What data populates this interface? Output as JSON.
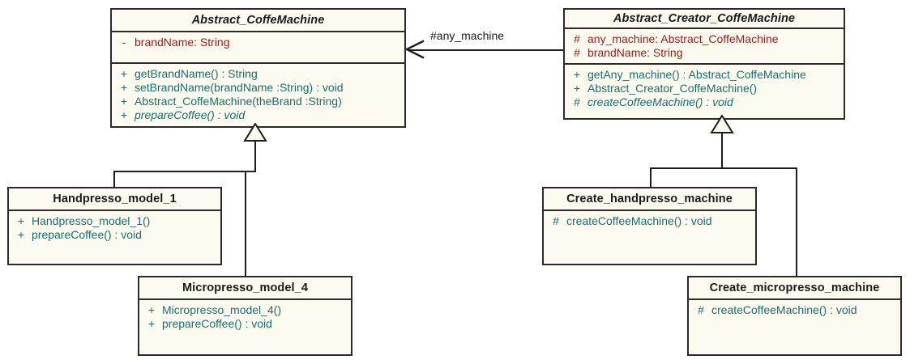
{
  "diagram": {
    "title": "Abstract Factory coffee machine UML class diagram",
    "colors": {
      "box_fill": "#FDFAEF",
      "border": "#2b2b2b",
      "attribute_text": "#9B1B1B",
      "method_text": "#17706E",
      "title_text": "#1a1a1a",
      "edge": "#1d1d1d",
      "background": "#ffffff"
    },
    "association": {
      "label": "#any_machine",
      "arrow_icon": "open-arrow-left-icon",
      "from": "Abstract_Creator_CoffeMachine",
      "to": "Abstract_CoffeMachine"
    },
    "classes": [
      {
        "id": "abstract-coffemachine",
        "name": "Abstract_CoffeMachine",
        "abstract": true,
        "attributes": [
          {
            "vis": "-",
            "text": "brandName:  String"
          }
        ],
        "methods": [
          {
            "vis": "+",
            "text": "getBrandName() : String",
            "abstract": false
          },
          {
            "vis": "+",
            "text": "setBrandName(brandName :String) : void",
            "abstract": false
          },
          {
            "vis": "+",
            "text": "Abstract_CoffeMachine(theBrand :String)",
            "abstract": false
          },
          {
            "vis": "+",
            "text": "prepareCoffee() : void",
            "abstract": true
          }
        ]
      },
      {
        "id": "abstract-creator-coffemachine",
        "name": "Abstract_Creator_CoffeMachine",
        "abstract": true,
        "attributes": [
          {
            "vis": "#",
            "text": "any_machine:  Abstract_CoffeMachine"
          },
          {
            "vis": "#",
            "text": "brandName:  String"
          }
        ],
        "methods": [
          {
            "vis": "+",
            "text": "getAny_machine() : Abstract_CoffeMachine",
            "abstract": false
          },
          {
            "vis": "+",
            "text": "Abstract_Creator_CoffeMachine()",
            "abstract": false
          },
          {
            "vis": "#",
            "text": "createCoffeeMachine() : void",
            "abstract": true
          }
        ]
      },
      {
        "id": "handpresso-model-1",
        "name": "Handpresso_model_1",
        "abstract": false,
        "attributes": [],
        "methods": [
          {
            "vis": "+",
            "text": "Handpresso_model_1()",
            "abstract": false
          },
          {
            "vis": "+",
            "text": "prepareCoffee() : void",
            "abstract": false
          }
        ]
      },
      {
        "id": "micropresso-model-4",
        "name": "Micropresso_model_4",
        "abstract": false,
        "attributes": [],
        "methods": [
          {
            "vis": "+",
            "text": "Micropresso_model_4()",
            "abstract": false
          },
          {
            "vis": "+",
            "text": "prepareCoffee() : void",
            "abstract": false
          }
        ]
      },
      {
        "id": "create-handpresso-machine",
        "name": "Create_handpresso_machine",
        "abstract": false,
        "attributes": [],
        "methods": [
          {
            "vis": "#",
            "text": "createCoffeeMachine() : void",
            "abstract": false
          }
        ]
      },
      {
        "id": "create-micropresso-machine",
        "name": "Create_micropresso_machine",
        "abstract": false,
        "attributes": [],
        "methods": [
          {
            "vis": "#",
            "text": "createCoffeeMachine() : void",
            "abstract": false
          }
        ]
      }
    ],
    "generalizations": [
      {
        "child": "Handpresso_model_1",
        "parent": "Abstract_CoffeMachine"
      },
      {
        "child": "Micropresso_model_4",
        "parent": "Abstract_CoffeMachine"
      },
      {
        "child": "Create_handpresso_machine",
        "parent": "Abstract_Creator_CoffeMachine"
      },
      {
        "child": "Create_micropresso_machine",
        "parent": "Abstract_Creator_CoffeMachine"
      }
    ]
  }
}
